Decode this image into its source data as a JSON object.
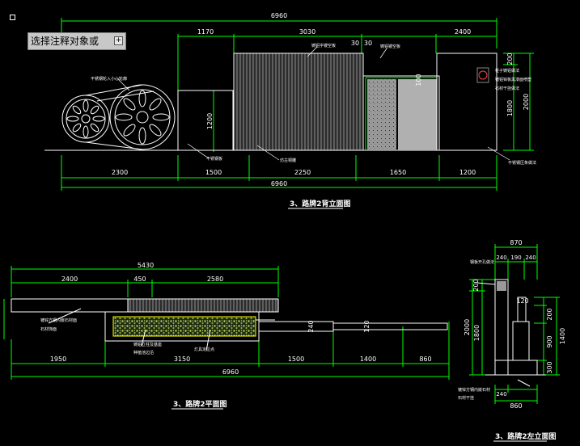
{
  "prompt": {
    "label": "选择注释对象或",
    "button": "+"
  },
  "colors": {
    "dim": "#00ff00",
    "line": "#ffffff",
    "text": "#ffffff",
    "grey": "#9a9a9a",
    "accent": "#ffff00"
  },
  "front": {
    "title": "3、路牌2背立面图",
    "top_total": "6960",
    "top_dims": [
      "1170",
      "3030",
      "2400"
    ],
    "top_small": [
      "30",
      "30"
    ],
    "bottom_dims": [
      "2300",
      "1500",
      "2250",
      "1650",
      "1200"
    ],
    "bottom_total": "6960",
    "left_dim": "1200",
    "inner_dim": "100",
    "right_dims": [
      "200",
      "1800",
      "2000"
    ],
    "notes": [
      "不锈钢轮入小心轮廓",
      "铸铝字镂空板",
      "铸铝镂空板",
      "不锈钢板",
      "仿古铜雕",
      "柱子铸铝做法",
      "镀铝锌板黑漆面喷塑",
      "石材干挂做法",
      "不锈钢压条做法"
    ]
  },
  "plan": {
    "title": "3、路牌2平面图",
    "top_total": "5430",
    "top_dims": [
      "2400",
      "450",
      "2580"
    ],
    "bottom_dims": [
      "1950",
      "3150",
      "1500",
      "1400",
      "860"
    ],
    "bottom_total": "6960",
    "small_dims": [
      "240",
      "120"
    ],
    "notes": [
      "镀锌方钢内嵌石材面",
      "石材饰面",
      "铸铝立柱及基座",
      "种植池边沿",
      "灯具定位点"
    ]
  },
  "side": {
    "title": "3、路牌2左立面图",
    "top_dim": "870",
    "top_sub": [
      "240",
      "190",
      "240"
    ],
    "left_dims": [
      "200",
      "2000",
      "1800"
    ],
    "right_dims": [
      "120",
      "200",
      "900",
      "1400",
      "300"
    ],
    "bottom_dims": [
      "240",
      "860"
    ],
    "notes": [
      "钢板开孔做法",
      "镀锌方钢内嵌石材",
      "石材干挂"
    ]
  }
}
